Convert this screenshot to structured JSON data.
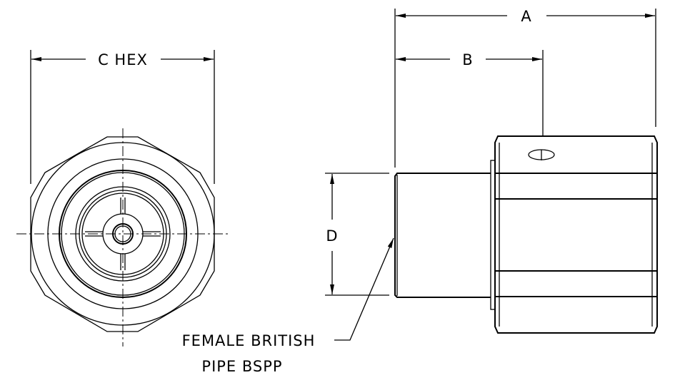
{
  "dimensions": {
    "a": "A",
    "b": "B",
    "c": "C HEX",
    "d": "D"
  },
  "callout": {
    "line1": "FEMALE BRITISH",
    "line2": "PIPE BSPP"
  }
}
